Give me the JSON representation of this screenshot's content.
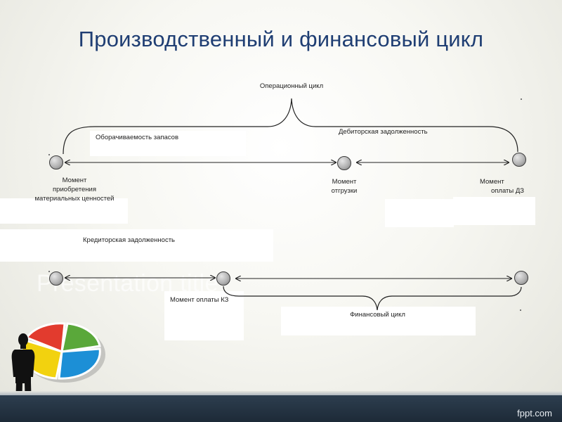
{
  "slide": {
    "title": "Производственный и финансовый цикл",
    "watermark": "Presentation title",
    "brand": "fppt.com"
  },
  "diagram": {
    "operating_cycle": "Операционный цикл",
    "inventory_turnover": "Оборачиваемость запасов",
    "receivables": "Дебиторская задолженность",
    "payables": "Кредиторская задолженность",
    "financial_cycle": "Финансовый цикл",
    "moment_purchase": [
      "Момент",
      "приобретения",
      "материальных ценностей"
    ],
    "moment_shipment": [
      "Момент",
      "отгрузки"
    ],
    "moment_payment_receivables": [
      "Момент",
      "оплаты ДЗ"
    ],
    "moment_payment_payables": "Момент оплаты КЗ"
  },
  "colors": {
    "title": "#1f3e73",
    "footer": "#2d3e4f",
    "puzzle_red": "#e23b2e",
    "puzzle_green": "#5aa83a",
    "puzzle_yellow": "#f2d20f",
    "puzzle_blue": "#1c8fd6"
  },
  "icons": {
    "person": "businessman-silhouette-icon",
    "puzzle": "pie-puzzle-icon"
  }
}
